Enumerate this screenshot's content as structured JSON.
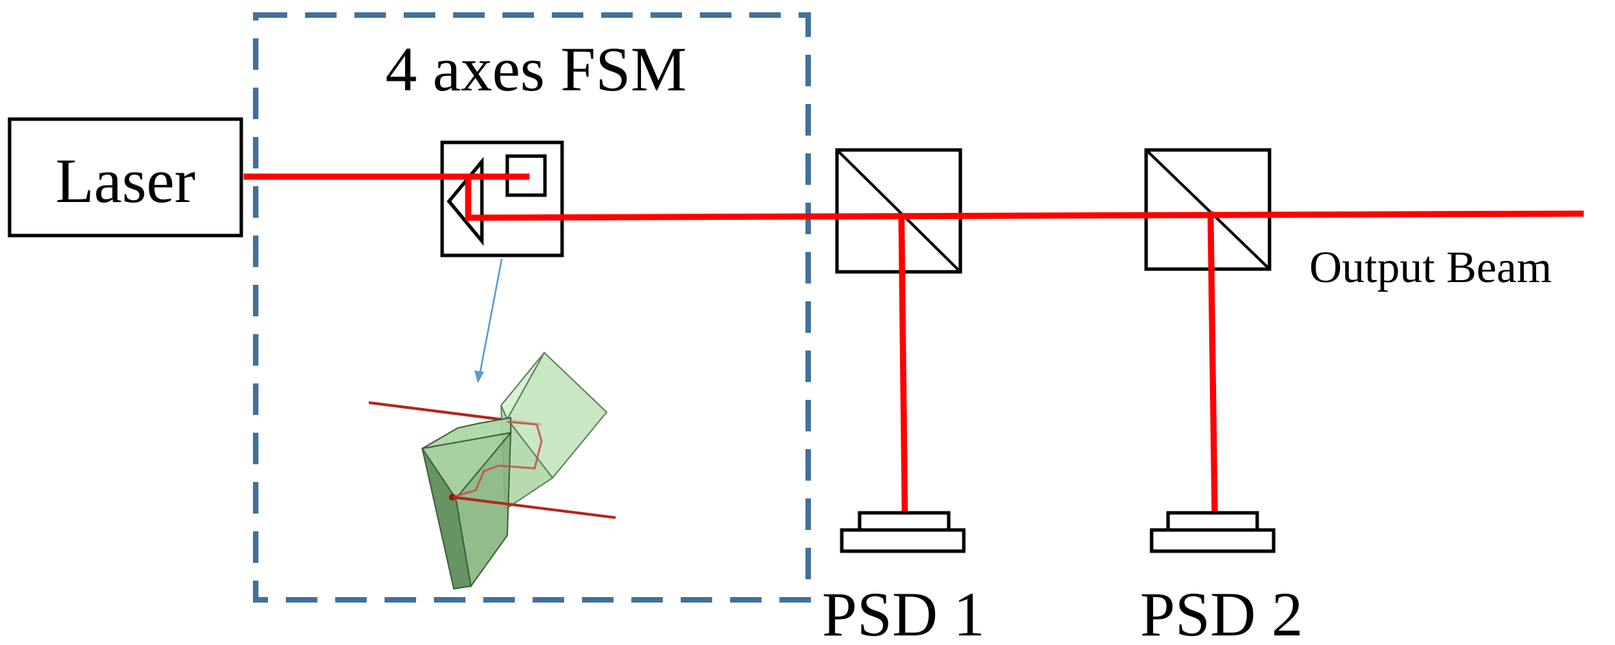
{
  "labels": {
    "laser": "Laser",
    "fsm": "4 axes FSM",
    "output_beam": "Output Beam",
    "psd1": "PSD 1",
    "psd2": "PSD 2"
  },
  "colors": {
    "beam": "#ff0000",
    "fsm_border": "#41719c",
    "outline": "#000000",
    "prism_fill": "#a9d5a2",
    "prism_dark": "#5e8e5a",
    "pointer_arrow": "#5b9bd5",
    "prism_beam": "#b3261e"
  }
}
